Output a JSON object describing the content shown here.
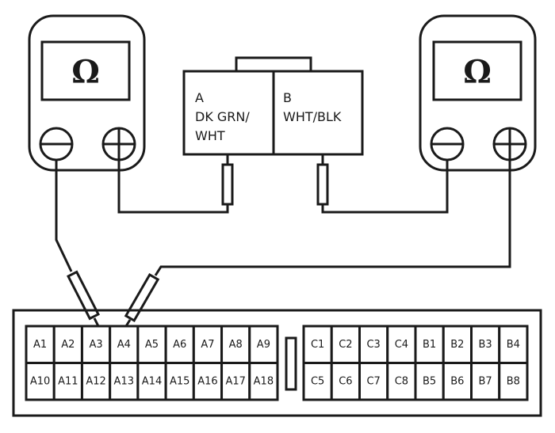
{
  "diagram": {
    "type": "wiring-test-diagram",
    "meters": [
      {
        "id": "left-ohmmeter",
        "display_symbol": "Ω",
        "negative_lead": "A3",
        "positive_lead": "connector-terminal-A"
      },
      {
        "id": "right-ohmmeter",
        "display_symbol": "Ω",
        "negative_lead": "connector-terminal-B",
        "positive_lead": "A4"
      }
    ],
    "harness_connector": {
      "terminals": [
        {
          "pin": "A",
          "wire_color_line1": "DK GRN/",
          "wire_color_line2": "WHT"
        },
        {
          "pin": "B",
          "wire_color_line1": "WHT/BLK",
          "wire_color_line2": ""
        }
      ]
    },
    "ecu_connector": {
      "block_a": {
        "row1": [
          "A1",
          "A2",
          "A3",
          "A4",
          "A5",
          "A6",
          "A7",
          "A8",
          "A9"
        ],
        "row2": [
          "A10",
          "A11",
          "A12",
          "A13",
          "A14",
          "A15",
          "A16",
          "A17",
          "A18"
        ]
      },
      "block_cb": {
        "row1": [
          "C1",
          "C2",
          "C3",
          "C4",
          "B1",
          "B2",
          "B3",
          "B4"
        ],
        "row2": [
          "C5",
          "C6",
          "C7",
          "C8",
          "B5",
          "B6",
          "B7",
          "B8"
        ]
      }
    },
    "color": "#1a1a1a"
  }
}
